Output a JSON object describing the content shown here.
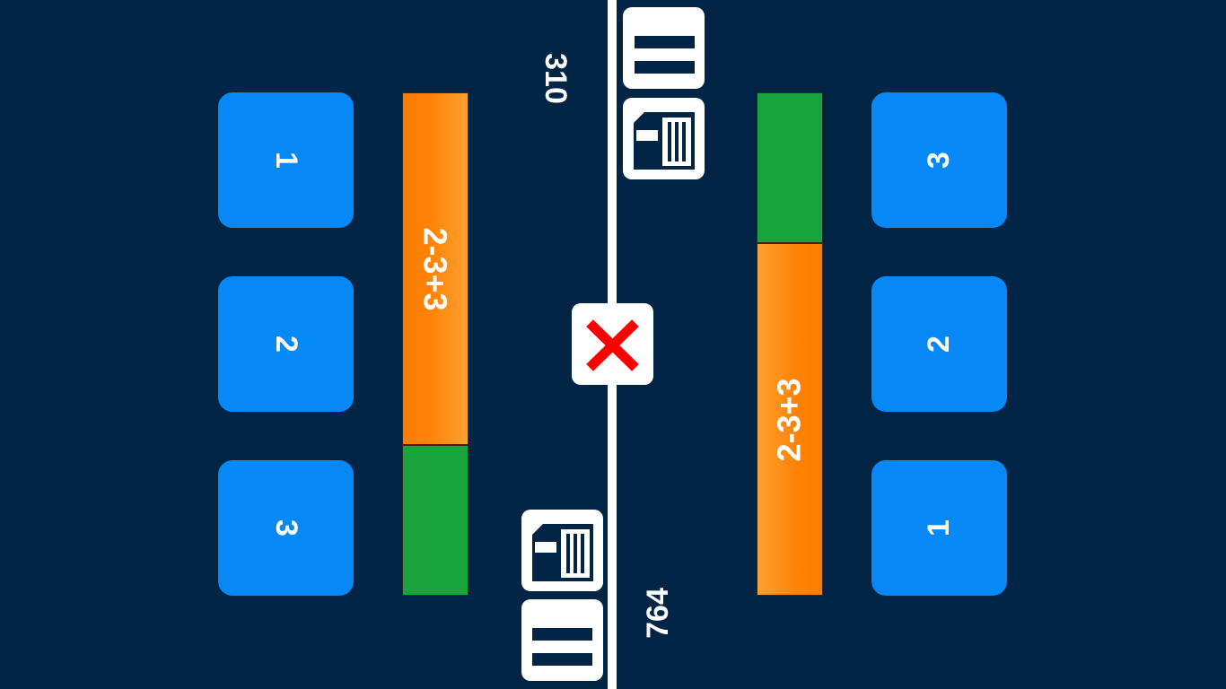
{
  "player_left": {
    "score": "310",
    "tiles": [
      {
        "label": "1"
      },
      {
        "label": "2"
      },
      {
        "label": "3"
      }
    ],
    "expression": "2-3+3",
    "progress_fraction": 0.3
  },
  "player_right": {
    "score": "764",
    "tiles": [
      {
        "label": "3"
      },
      {
        "label": "2"
      },
      {
        "label": "1"
      }
    ],
    "expression": "2-3+3",
    "progress_fraction": 0.3
  },
  "controls": {
    "pause_icon": "pause-icon",
    "save_icon": "sd-card-icon",
    "close_icon": "close-icon"
  },
  "colors": {
    "background": "#032545",
    "tile": "#0788f7",
    "expression_bar": "#ff8205",
    "progress": "#18a43a",
    "close": "#ff0000"
  }
}
